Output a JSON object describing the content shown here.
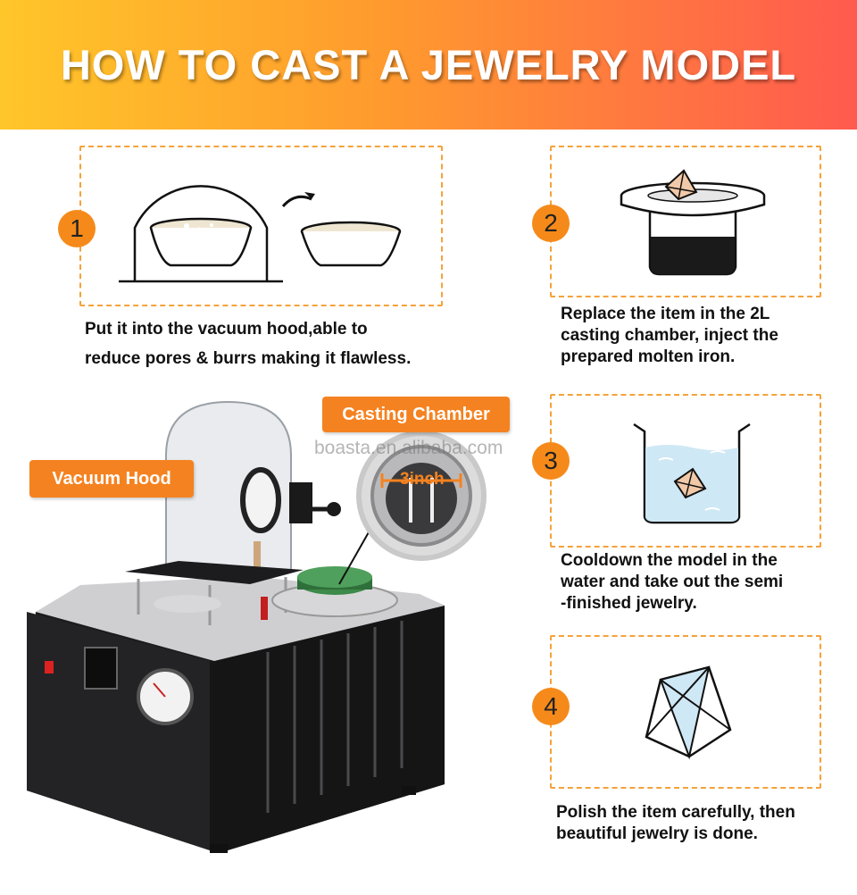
{
  "title": "HOW TO CAST A JEWELRY MODEL",
  "steps": [
    {
      "number": "1",
      "text_lines": [
        "Put it into the vacuum hood,able to",
        "reduce pores & burrs making it flawless."
      ]
    },
    {
      "number": "2",
      "text_lines": [
        "Replace the item in the 2L",
        "casting chamber, inject the",
        "prepared molten iron."
      ]
    },
    {
      "number": "3",
      "text_lines": [
        "Cooldown the model in the",
        "water and take out the semi",
        "-finished jewelry."
      ]
    },
    {
      "number": "4",
      "text_lines": [
        "Polish the item carefully, then",
        "beautiful jewelry is done."
      ]
    }
  ],
  "labels": {
    "vacuum_hood": "Vacuum Hood",
    "casting_chamber": "Casting Chamber",
    "dimension": "3inch"
  },
  "watermark": "boasta.en.alibaba.com",
  "colors": {
    "accent": "#f58220",
    "dashed_border": "#f5a23a",
    "banner_start": "#ffc629",
    "banner_end": "#ff5a4f",
    "machine_body": "#1c1c1e"
  },
  "icons": [
    "vacuum-hood-icon",
    "bowl-icon",
    "arrow-icon",
    "casting-chamber-icon",
    "water-beaker-icon",
    "gem-icon"
  ]
}
